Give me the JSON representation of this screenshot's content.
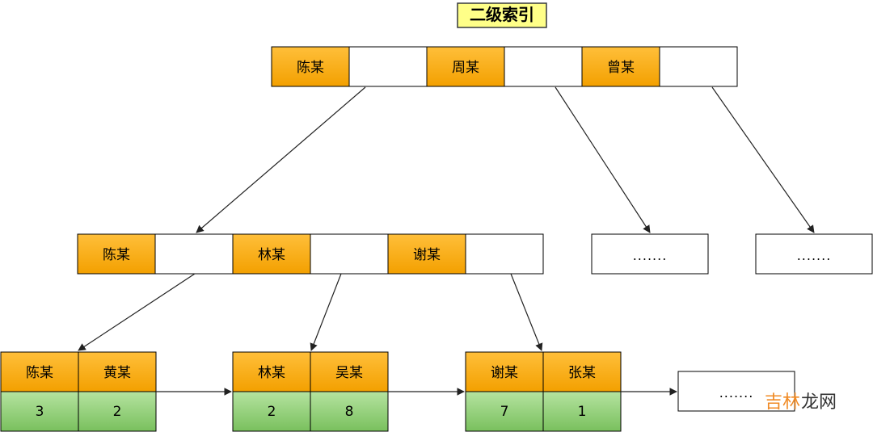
{
  "title": "二级索引",
  "colors": {
    "title_fill": "#ffff88",
    "title_stroke": "#36393d",
    "key_fill": "#ffb21a",
    "key_fill_dark": "#f3a000",
    "value_fill": "#97d077",
    "value_fill_dark": "#7bc35f",
    "edge": "#222222",
    "text": "#000000"
  },
  "root_node": {
    "keys": [
      "陈某",
      "周某",
      "曾某"
    ]
  },
  "internal_nodes": [
    {
      "keys": [
        "陈某",
        "林某",
        "谢某"
      ]
    }
  ],
  "collapsed_nodes": [
    {
      "text": "......."
    },
    {
      "text": "......."
    },
    {
      "text": "......."
    }
  ],
  "leaf_nodes": [
    {
      "keys": [
        "陈某",
        "黄某"
      ],
      "values": [
        "3",
        "2"
      ]
    },
    {
      "keys": [
        "林某",
        "吴某"
      ],
      "values": [
        "2",
        "8"
      ]
    },
    {
      "keys": [
        "谢某",
        "张某"
      ],
      "values": [
        "7",
        "1"
      ]
    }
  ],
  "watermark": {
    "part_a": "吉林",
    "part_b": "龙网"
  }
}
